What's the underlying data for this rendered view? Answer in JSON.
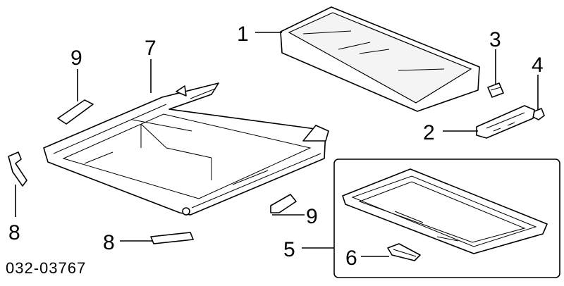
{
  "callouts": {
    "c1": "1",
    "c2": "2",
    "c3": "3",
    "c4": "4",
    "c5": "5",
    "c6": "6",
    "c7": "7",
    "c8a": "8",
    "c8b": "8",
    "c9a": "9",
    "c9b": "9"
  },
  "diagram_code": "032-03767"
}
